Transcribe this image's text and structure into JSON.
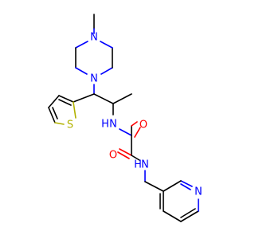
{
  "colors": {
    "carbon": "#000000",
    "nitrogen": "#0000ff",
    "oxygen": "#ff0000",
    "sulfur": "#b2b200",
    "background": "#ffffff"
  },
  "atoms": {
    "piperazine_n_top": "N",
    "piperazine_n_bottom": "N",
    "thiophene_s": "S",
    "amide_nh_1": "N",
    "amide_h_1": "H",
    "amide_nh_2": "N",
    "amide_h_2": "H",
    "carbonyl_o_1": "O",
    "carbonyl_o_2": "O",
    "pyridine_n": "N"
  }
}
